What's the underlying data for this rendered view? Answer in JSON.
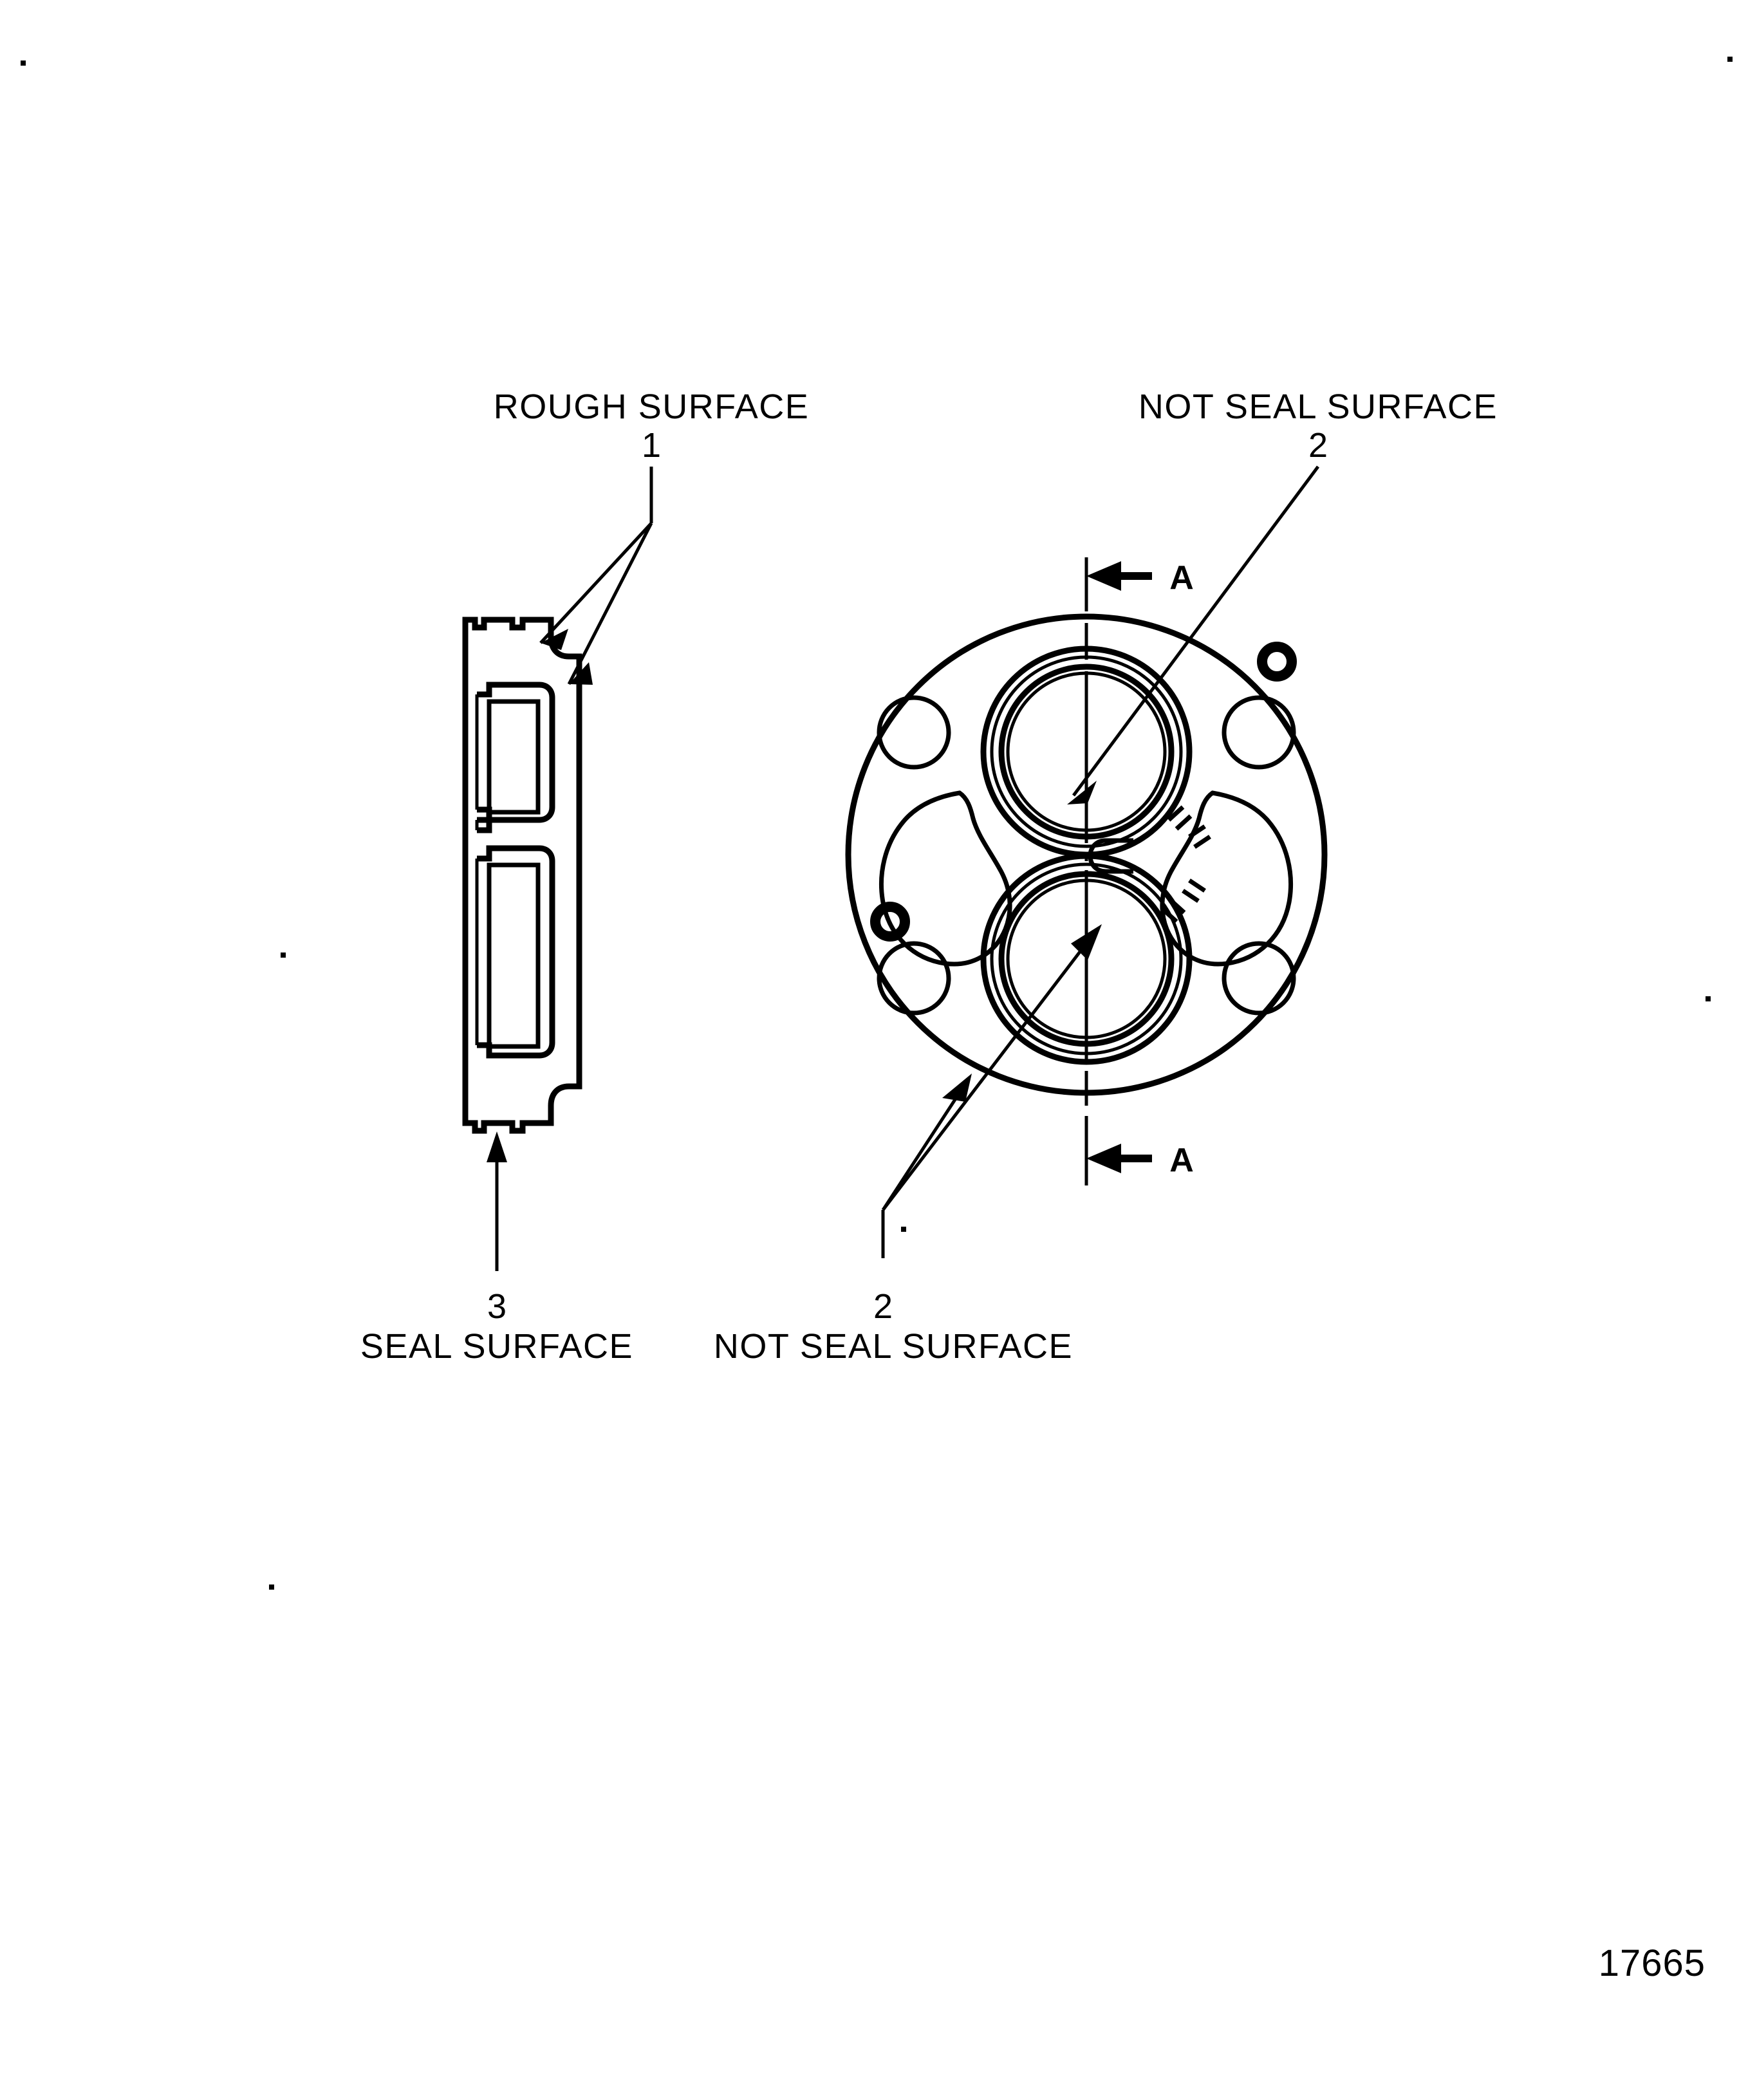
{
  "document": {
    "type": "technical-exploded-diagram",
    "background_color": "#ffffff",
    "ink_color": "#000000",
    "reference_number": "17665"
  },
  "labels": {
    "top_left_caption": "ROUGH SURFACE",
    "top_left_number": "1",
    "top_right_caption": "NOT SEAL SURFACE",
    "top_right_number": "2",
    "bottom_left_number": "3",
    "bottom_left_caption": "SEAL SURFACE",
    "bottom_right_number": "2",
    "bottom_right_caption": "NOT SEAL SURFACE"
  },
  "section_marks": {
    "top": "A",
    "bottom": "A"
  },
  "views": {
    "left": {
      "name": "cross-section-view",
      "description": "Section A-A profile of pump cover plate showing stepped bores and seal face"
    },
    "right": {
      "name": "plan-view",
      "description": "Front face of pump cover plate with twin bores, kidney ports and bolt holes"
    }
  },
  "callouts": [
    {
      "id": "1",
      "text": "ROUGH SURFACE",
      "targets": 2,
      "view": "cross-section-view"
    },
    {
      "id": "2",
      "text": "NOT SEAL SURFACE",
      "targets": 1,
      "view": "plan-view"
    },
    {
      "id": "3",
      "text": "SEAL SURFACE",
      "targets": 1,
      "view": "cross-section-view"
    },
    {
      "id": "2b",
      "text": "NOT SEAL SURFACE",
      "targets": 2,
      "view": "plan-view"
    }
  ]
}
